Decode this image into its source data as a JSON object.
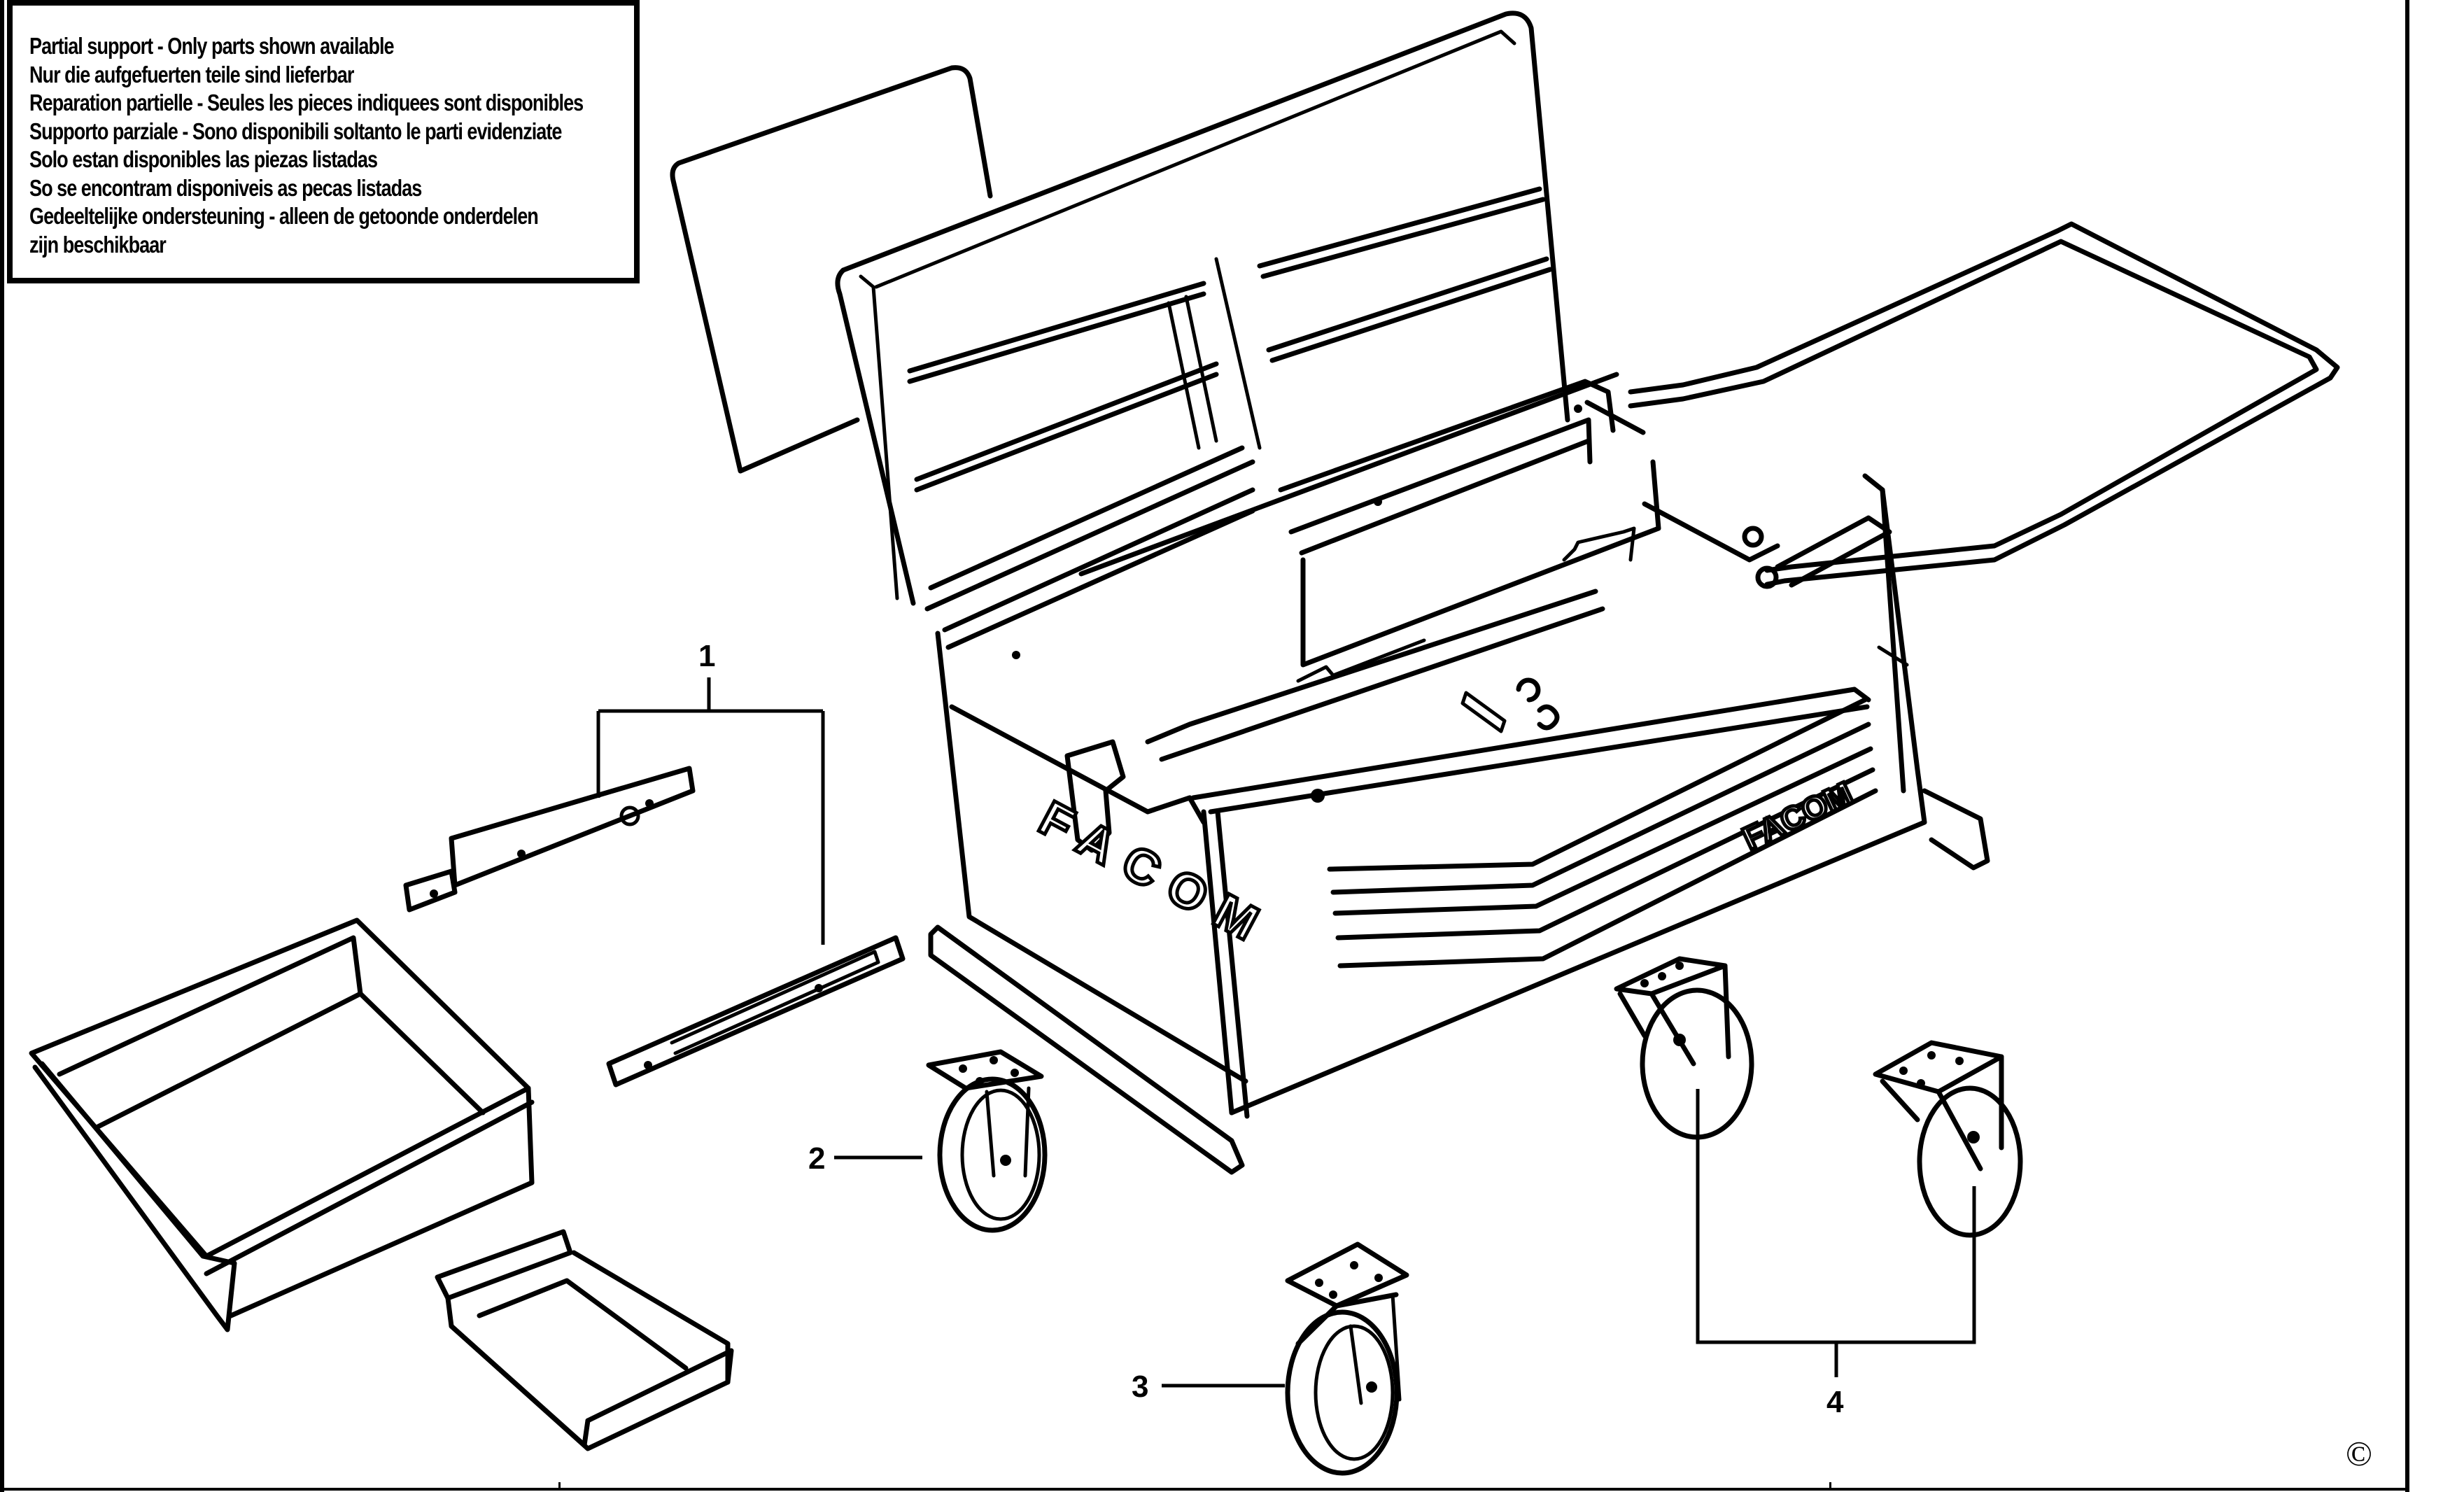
{
  "document": {
    "type": "exploded parts diagram",
    "subject": "tool box trolley with lid, side handle, drawers and casters"
  },
  "notice": {
    "lines": [
      "Partial support - Only parts shown available",
      "Nur die aufgefuerten teile sind lieferbar",
      "Reparation partielle - Seules les pieces indiquees sont disponibles",
      "Supporto parziale - Sono disponibili soltanto le parti evidenziate",
      "Solo estan disponibles las piezas listadas",
      "So se encontram disponiveis as pecas listadas",
      "Gedeeltelijke ondersteuning - alleen de getoonde onderdelen",
      "zijn beschikbaar"
    ]
  },
  "branding": {
    "side_logo": "FACOM",
    "front_logo": "FACOM"
  },
  "callouts": [
    {
      "number": "1",
      "part": "drawer slide rails (pair)"
    },
    {
      "number": "2",
      "part": "fixed caster"
    },
    {
      "number": "3",
      "part": "swivel caster"
    },
    {
      "number": "4",
      "part": "fixed casters (pair)"
    }
  ],
  "footer": {
    "copyright_symbol": "©"
  }
}
